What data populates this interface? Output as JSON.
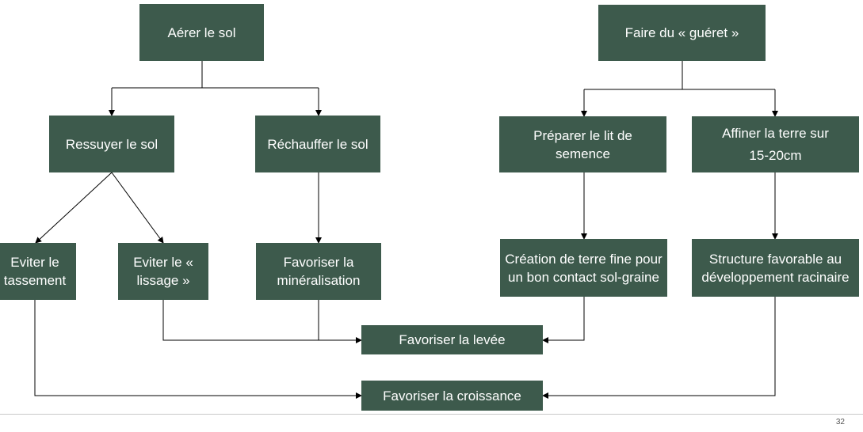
{
  "nodes": {
    "aerer": "Aérer le sol",
    "gueret": "Faire du « guéret »",
    "ressuyer": "Ressuyer le sol",
    "rechauffer": "Réchauffer le sol",
    "preparer": "Préparer le lit de semence",
    "affiner": "Affiner la terre sur 15-20cm",
    "tassement": "Eviter le tassement",
    "lissage": "Eviter le « lissage »",
    "mineralisation": "Favoriser la minéralisation",
    "terre_fine": "Création de terre fine pour un bon contact sol-graine",
    "structure": "Structure favorable au développement racinaire",
    "levee": "Favoriser la levée",
    "croissance": "Favoriser la croissance"
  },
  "page_number": "32",
  "colors": {
    "box_fill": "#3d5a4c",
    "box_text": "#ffffff",
    "connector": "#000000"
  }
}
